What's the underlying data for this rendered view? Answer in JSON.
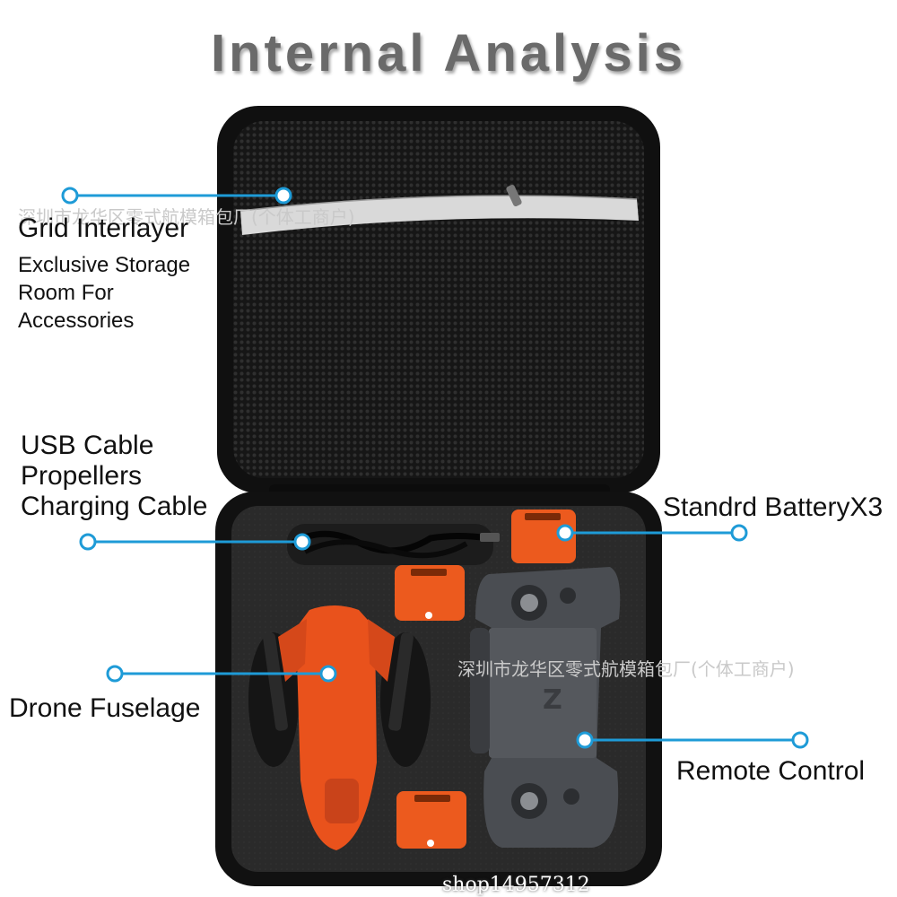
{
  "title": "Internal Analysis",
  "callouts": {
    "grid_interlayer": {
      "heading": "Grid Interlayer",
      "lines": [
        "Exclusive Storage",
        "Room For",
        "Accessories"
      ]
    },
    "cables": {
      "lines": [
        "USB Cable",
        "Propellers",
        "Charging Cable"
      ]
    },
    "battery": {
      "heading": "Standrd BatteryX3"
    },
    "fuselage": {
      "heading": "Drone Fuselage"
    },
    "remote": {
      "heading": "Remote Control"
    }
  },
  "watermarks": {
    "top": "深圳市龙华区零式航模箱包厂(个体工商户)",
    "middle": "深圳市龙华区零式航模箱包厂(个体工商户)",
    "bottom": "shop14957312"
  },
  "colors": {
    "callout": "#1e9bd7",
    "drone_orange": "#e9521c",
    "case_black": "#1b1b1b",
    "foam_grey": "#2c2c2c",
    "remote_grey": "#4a4d52"
  }
}
